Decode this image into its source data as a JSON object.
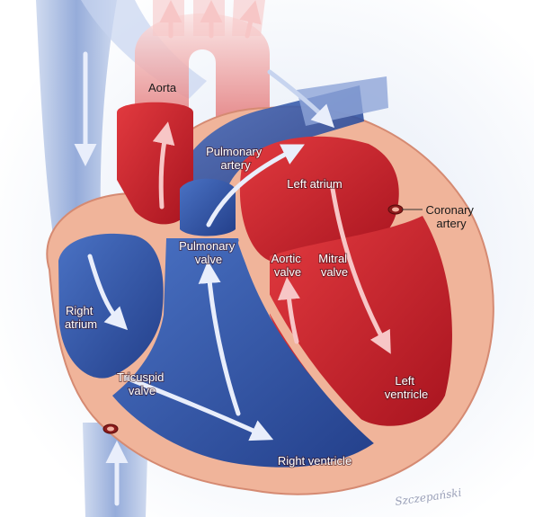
{
  "labels": {
    "aorta": "Aorta",
    "pulmonary_artery": [
      "Pulmonary",
      "artery"
    ],
    "left_atrium": "Left atrium",
    "coronary_artery": [
      "Coronary",
      "artery"
    ],
    "pulmonary_valve": [
      "Pulmonary",
      "valve"
    ],
    "aortic_valve": [
      "Aortic",
      "valve"
    ],
    "mitral_valve": [
      "Mitral",
      "valve"
    ],
    "right_atrium": [
      "Right",
      "atrium"
    ],
    "tricuspid_valve": [
      "Tricuspid",
      "valve"
    ],
    "left_ventricle": [
      "Left",
      "ventricle"
    ],
    "right_ventricle": "Right ventricle",
    "signature": "Szczepański"
  },
  "colors": {
    "oxygenated_red": "#c81e2a",
    "deoxygenated_blue": "#2f55a8",
    "muscle_tissue": "#f0b49a",
    "vein_light_blue": "#b8c9e8",
    "aorta_light_red": "#f2a9a9"
  }
}
